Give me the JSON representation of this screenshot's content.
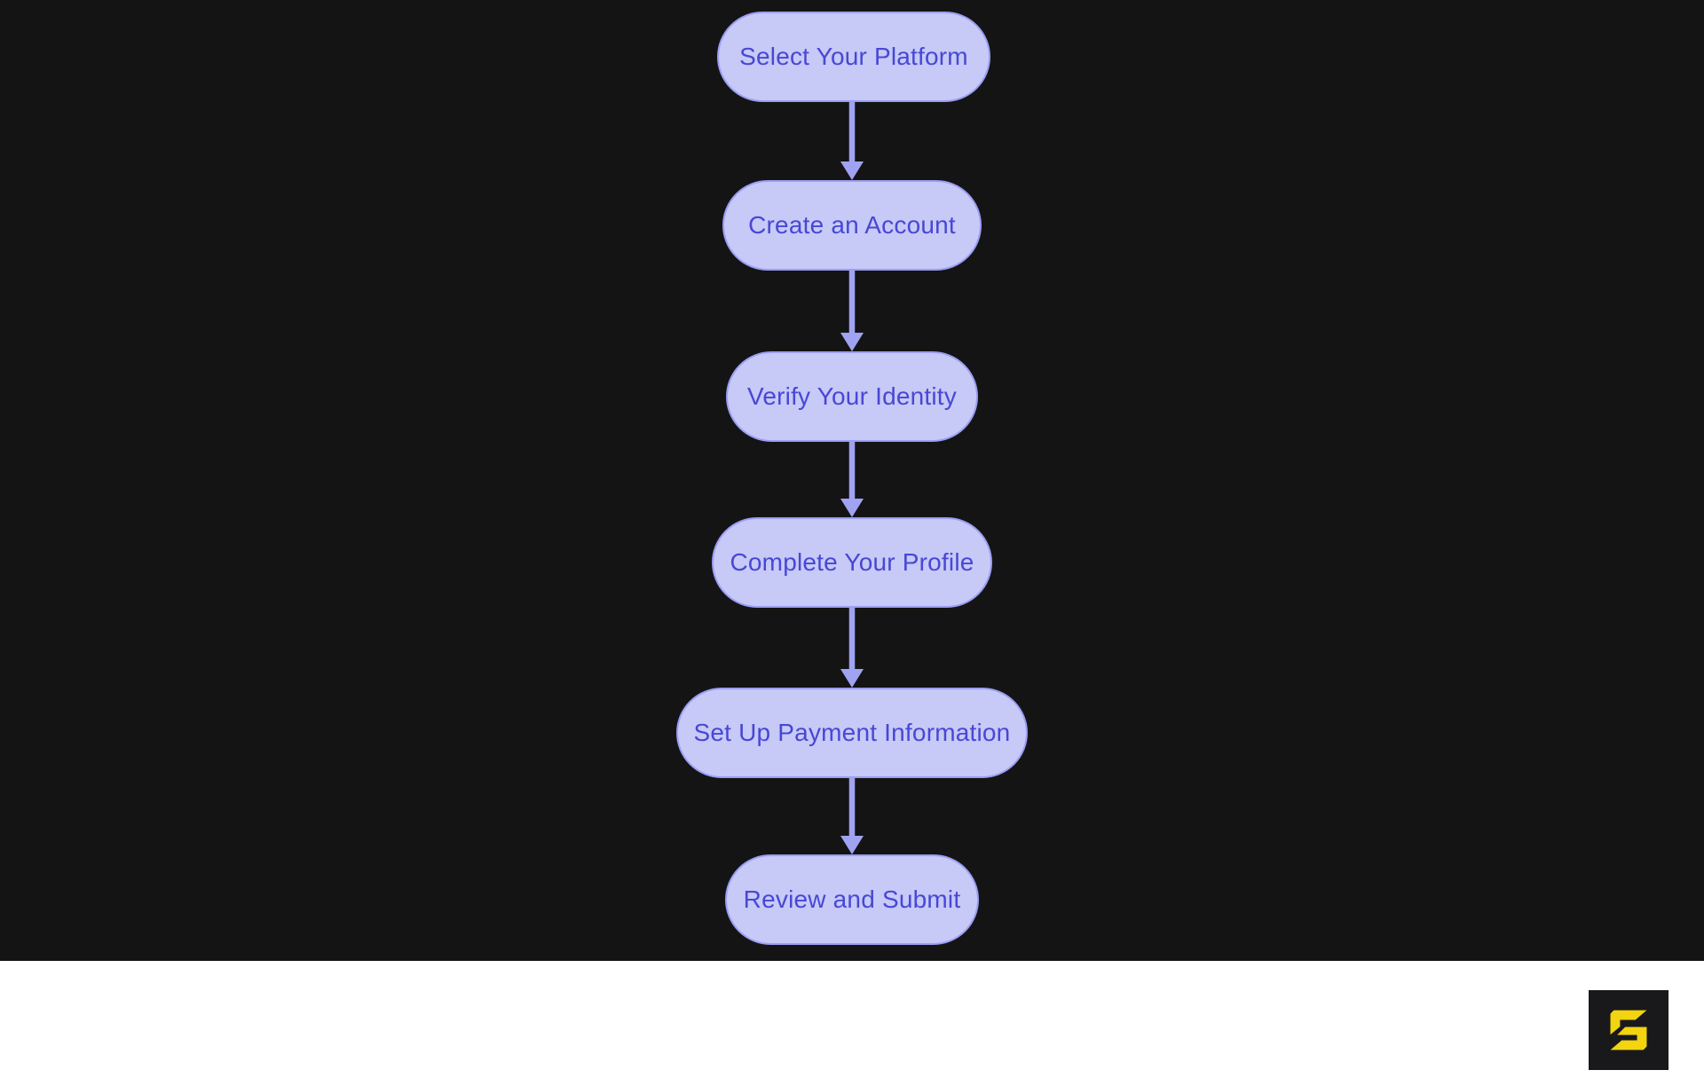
{
  "flowchart": {
    "nodes": [
      {
        "label": "Select Your Platform"
      },
      {
        "label": "Create an Account"
      },
      {
        "label": "Verify Your Identity"
      },
      {
        "label": "Complete Your Profile"
      },
      {
        "label": "Set Up Payment Information"
      },
      {
        "label": "Review and Submit"
      }
    ],
    "connections": [
      {
        "from": "Select Your Platform",
        "to": "Create an Account"
      },
      {
        "from": "Create an Account",
        "to": "Verify Your Identity"
      },
      {
        "from": "Verify Your Identity",
        "to": "Complete Your Profile"
      },
      {
        "from": "Complete Your Profile",
        "to": "Set Up Payment Information"
      },
      {
        "from": "Set Up Payment Information",
        "to": "Review and Submit"
      }
    ],
    "colors": {
      "canvas_background": "#141414",
      "node_fill": "#c7c9f7",
      "node_border": "#9b9ef3",
      "node_text": "#4748d4",
      "arrow": "#a0a3f2"
    }
  },
  "footer": {
    "logo_icon": "angular-s-logo",
    "colors": {
      "footer_background": "#ffffff",
      "logo_tile": "#19191b",
      "logo_glyph": "#f2d410"
    }
  }
}
